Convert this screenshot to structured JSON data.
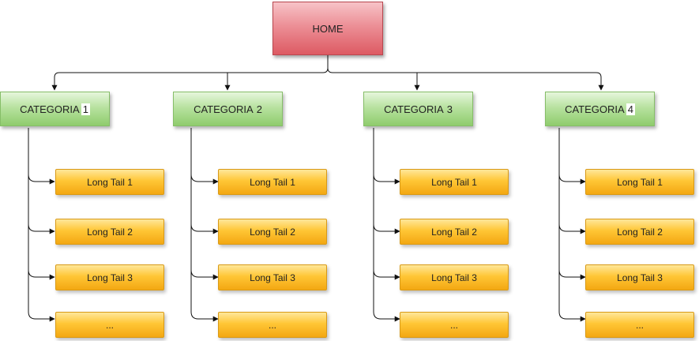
{
  "home": {
    "label": "HOME"
  },
  "categories": [
    {
      "label": "CATEGORIA",
      "number": "1",
      "items": [
        "Long Tail 1",
        "Long Tail 2",
        "Long Tail 3",
        "..."
      ]
    },
    {
      "label": "CATEGORIA",
      "number": "2",
      "items": [
        "Long Tail 1",
        "Long Tail 2",
        "Long Tail 3",
        "..."
      ]
    },
    {
      "label": "CATEGORIA",
      "number": "3",
      "items": [
        "Long Tail 1",
        "Long Tail 2",
        "Long Tail 3",
        "..."
      ]
    },
    {
      "label": "CATEGORIA",
      "number": "4",
      "items": [
        "Long Tail 1",
        "Long Tail 2",
        "Long Tail 3",
        "..."
      ]
    }
  ],
  "colors": {
    "home_fill": "#e8767e",
    "category_fill": "#a8d98b",
    "long_tail_fill": "#ffc22a",
    "connector": "#111111"
  }
}
